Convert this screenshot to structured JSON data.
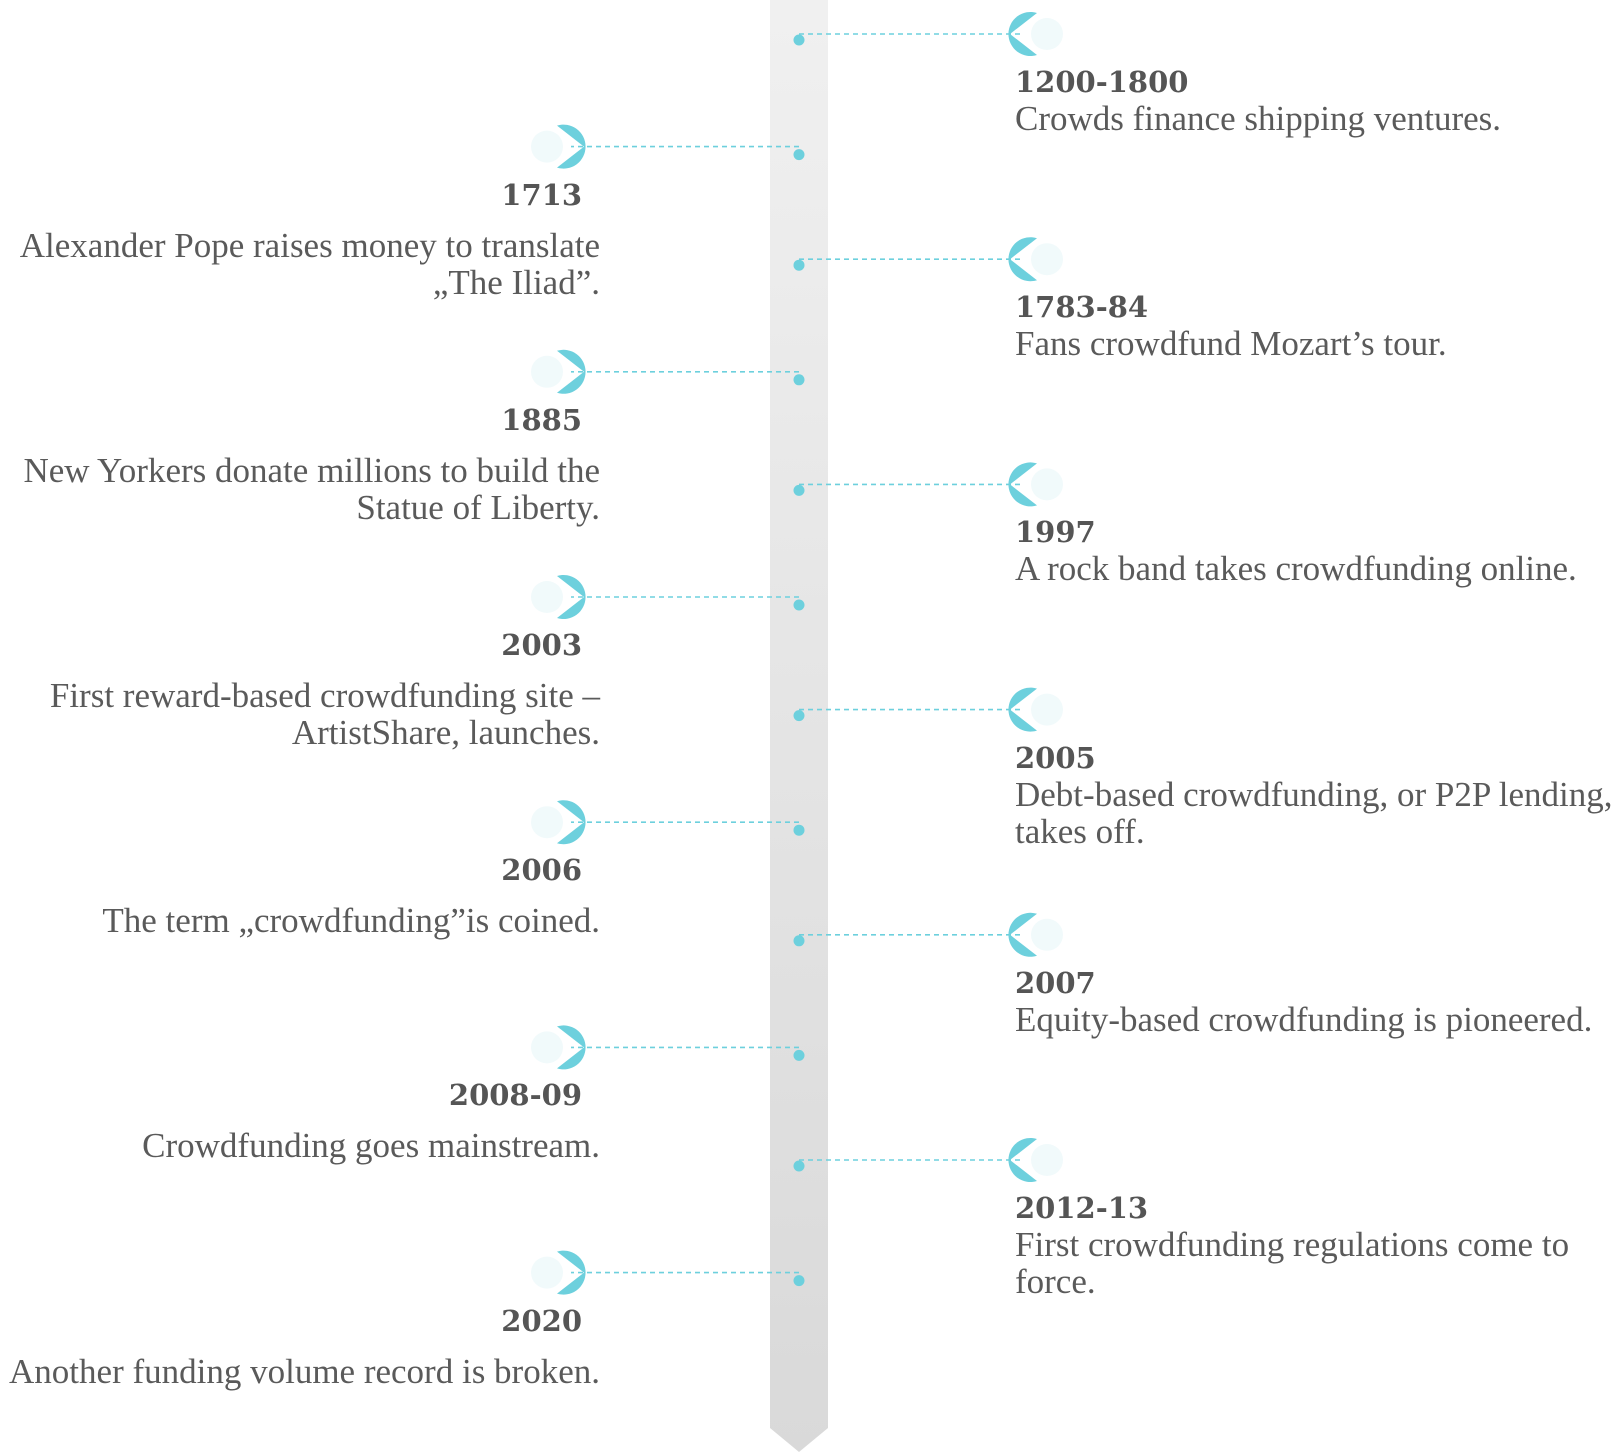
{
  "colors": {
    "accent": "#6dd0dd",
    "pin_fill": "#f1fafb",
    "spine_top": "#f0f0f0",
    "spine_bottom": "#d9d9d9",
    "text": "#555555"
  },
  "events": [
    {
      "side": "right",
      "year": "1200-1800",
      "text": "Crowds finance shipping ventures."
    },
    {
      "side": "left",
      "year": "1713",
      "text": "Alexander Pope raises money to translate „The Iliad”."
    },
    {
      "side": "right",
      "year": "1783-84",
      "text": "Fans crowdfund Mozart’s tour."
    },
    {
      "side": "left",
      "year": "1885",
      "text": "New Yorkers donate millions to build the Statue of Liberty."
    },
    {
      "side": "right",
      "year": "1997",
      "text": "A rock band takes crowdfunding online."
    },
    {
      "side": "left",
      "year": "2003",
      "text": "First reward-based crowdfunding site – ArtistShare, launches."
    },
    {
      "side": "right",
      "year": "2005",
      "text": "Debt-based crowdfunding, or P2P lending, takes off."
    },
    {
      "side": "left",
      "year": "2006",
      "text": "The term „crowdfunding”is coined."
    },
    {
      "side": "right",
      "year": "2007",
      "text": "Equity-based crowdfunding is pioneered."
    },
    {
      "side": "left",
      "year": "2008-09",
      "text": "Crowdfunding goes mainstream."
    },
    {
      "side": "right",
      "year": "2012-13",
      "text": "First crowdfunding regulations come to force."
    },
    {
      "side": "left",
      "year": "2020",
      "text": "Another funding volume record is broken."
    }
  ]
}
